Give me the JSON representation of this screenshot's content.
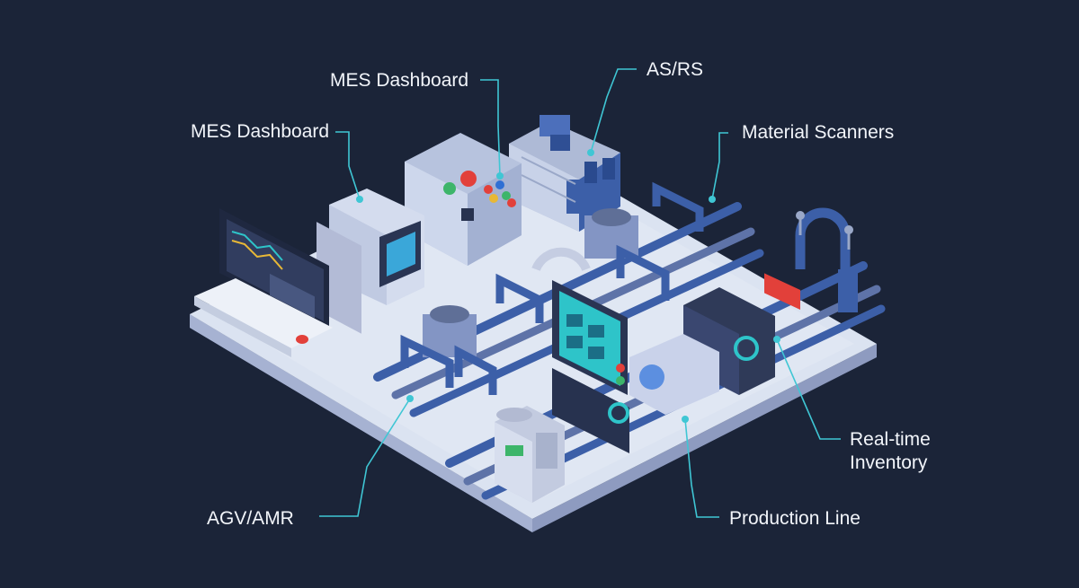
{
  "labels": {
    "mes_dashboard_top": "MES Dashboard",
    "mes_dashboard_left": "MES Dashboard",
    "asrs": "AS/RS",
    "material_scanners": "Material Scanners",
    "realtime_inventory_line1": "Real-time",
    "realtime_inventory_line2": "Inventory",
    "agv_amr": "AGV/AMR",
    "production_line": "Production Line"
  },
  "colors": {
    "background": "#1b2438",
    "leader_line": "#3fc6d4",
    "label_text": "#f2f5fa",
    "platform_top": "#dbe3f1",
    "machine_blue": "#3c5fa8",
    "accent_red": "#e2403a",
    "screen_teal": "#2ec4c9"
  }
}
